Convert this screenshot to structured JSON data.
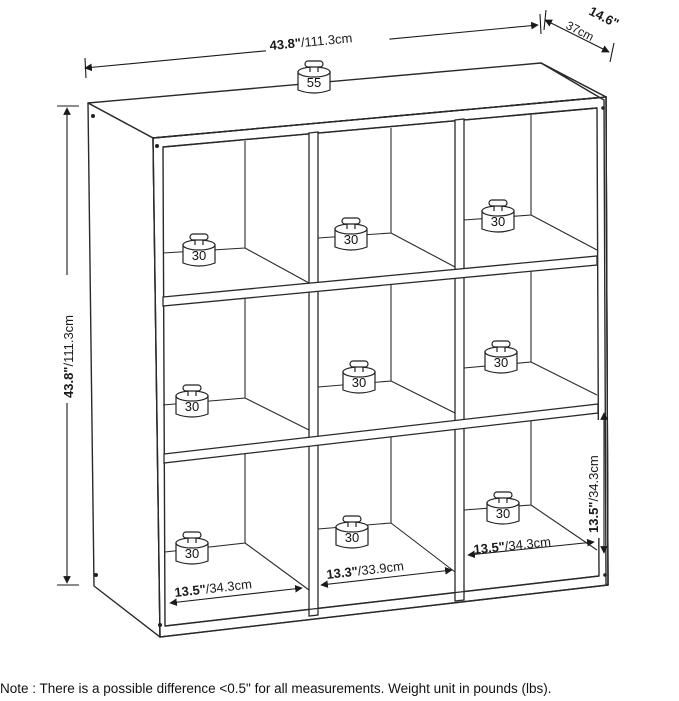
{
  "dimensions": {
    "width_in": "43.8\"",
    "width_cm": "/111.3cm",
    "depth_in": "14.6\"",
    "depth_cm": "37cm",
    "height_in": "43.8\"",
    "height_cm": "/111.3cm",
    "cube_height_in": "13.5\"",
    "cube_height_cm": "/34.3cm",
    "cube_left_in": "13.5\"",
    "cube_left_cm": "/34.3cm",
    "cube_middle_in": "13.3\"",
    "cube_middle_cm": "/33.9cm",
    "cube_right_in": "13.5\"",
    "cube_right_cm": "/34.3cm"
  },
  "weights": {
    "top": "55",
    "row1": [
      "30",
      "30",
      "30"
    ],
    "row2": [
      "30",
      "30",
      "30"
    ],
    "row3": [
      "30",
      "30",
      "30"
    ]
  },
  "note": "Note : There is a possible difference <0.5\" for all measurements. Weight unit in pounds (lbs)."
}
